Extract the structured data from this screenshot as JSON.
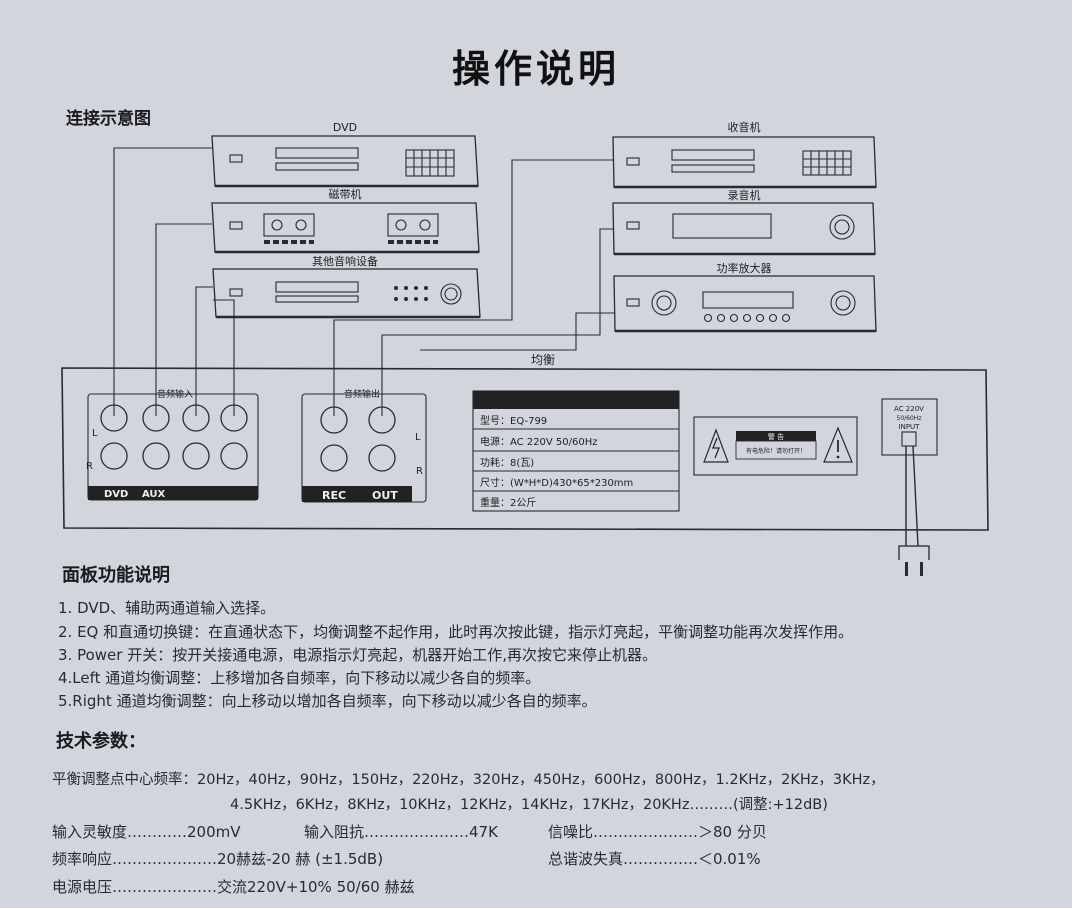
{
  "title": "操作说明",
  "diagram": {
    "heading": "连接示意图",
    "devices": {
      "dvd": "DVD",
      "tape": "磁带机",
      "other": "其他音响设备",
      "radio": "收音机",
      "recorder": "录音机",
      "amp": "功率放大器"
    },
    "eq_label": "均衡",
    "input_group": {
      "label": "音频输入",
      "bottom_left": "DVD",
      "bottom_right": "AUX",
      "l": "L",
      "r": "R"
    },
    "output_group": {
      "label": "音频输出",
      "bottom_left": "REC",
      "bottom_right": "OUT",
      "l": "L",
      "r": "R"
    },
    "specs_plate": {
      "model": "型号：EQ-799",
      "power_supply": "电源：AC 220V 50/60Hz",
      "consumption": "功耗：8(瓦)",
      "size": "尺寸：(W*H*D)430*65*230mm",
      "weight": "重量：2公斤"
    },
    "warning": {
      "title": "警 告",
      "text": "有电危险！请勿打开！"
    },
    "ac_input": {
      "line1": "AC 220V",
      "line2": "50/60Hz",
      "line3": "INPUT"
    }
  },
  "panel": {
    "heading": "面板功能说明",
    "items": [
      "1. DVD、辅助两通道输入选择。",
      "2. EQ 和直通切换键：在直通状态下，均衡调整不起作用，此时再次按此键，指示灯亮起，平衡调整功能再次发挥作用。",
      "3. Power 开关：按开关接通电源，电源指示灯亮起，机器开始工作,再次按它来停止机器。",
      "4.Left 通道均衡调整：上移增加各自频率，向下移动以减少各自的频率。",
      "5.Right 通道均衡调整：向上移动以增加各自频率，向下移动以减少各自的频率。"
    ]
  },
  "tech": {
    "heading": "技术参数：",
    "freq_line1": "平衡调整点中心频率：20Hz，40Hz，90Hz，150Hz，220Hz，320Hz，450Hz，600Hz，800Hz，1.2KHz，2KHz，3KHz，",
    "freq_line2": "4.5KHz，6KHz，8KHz，10KHz，12KHz，14KHz，17KHz，20KHz………(调整:+12dB)",
    "sensitivity": "输入灵敏度…………200mV",
    "impedance": "输入阻抗…………………47K",
    "snr": "信噪比…………………＞80 分贝",
    "response": "频率响应…………………20赫兹-20 赫 (±1.5dB)",
    "thd": "总谐波失真……………＜0.01%",
    "voltage": "电源电压…………………交流220V+10%  50/60 赫兹"
  }
}
